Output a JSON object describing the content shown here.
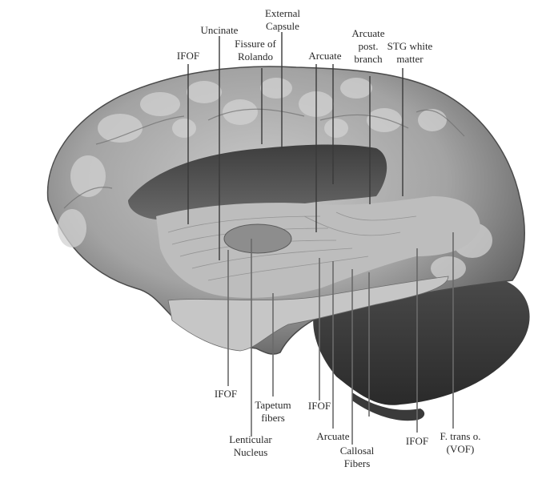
{
  "figure": {
    "description": "Lateral dissection of the human brain showing white matter tracts",
    "colors": {
      "background": "#ffffff",
      "label_text": "#2a2a2a",
      "leader_line": "#3a3a3a",
      "brain_light": "#b8b8b8",
      "brain_dark": "#3c3c3c"
    }
  },
  "labels": {
    "top": [
      {
        "id": "ifof-top",
        "lines": [
          "IFOF"
        ]
      },
      {
        "id": "uncinate",
        "lines": [
          "Uncinate"
        ]
      },
      {
        "id": "external-capsule",
        "lines": [
          "External",
          "Capsule"
        ]
      },
      {
        "id": "fissure-of-rolando",
        "lines": [
          "Fissure of",
          "Rolando"
        ]
      },
      {
        "id": "arcuate-top",
        "lines": [
          "Arcuate"
        ]
      },
      {
        "id": "arcuate-post-branch",
        "lines": [
          "Arcuate",
          "post.",
          "branch"
        ]
      },
      {
        "id": "stg-white-matter",
        "lines": [
          "STG white",
          "matter"
        ]
      }
    ],
    "bottom": [
      {
        "id": "ifof-bottom-left",
        "lines": [
          "IFOF"
        ]
      },
      {
        "id": "tapetum-fibers",
        "lines": [
          "Tapetum",
          "fibers"
        ]
      },
      {
        "id": "lenticular-nucleus",
        "lines": [
          "Lenticular",
          "Nucleus"
        ]
      },
      {
        "id": "ifof-bottom-mid",
        "lines": [
          "IFOF"
        ]
      },
      {
        "id": "arcuate-bottom",
        "lines": [
          "Arcuate"
        ]
      },
      {
        "id": "callosal-fibers",
        "lines": [
          "Callosal",
          "Fibers"
        ]
      },
      {
        "id": "ifof-bottom-right",
        "lines": [
          "IFOF"
        ]
      },
      {
        "id": "f-trans-o-vof",
        "lines": [
          "F. trans o.",
          "(VOF)"
        ]
      }
    ]
  }
}
